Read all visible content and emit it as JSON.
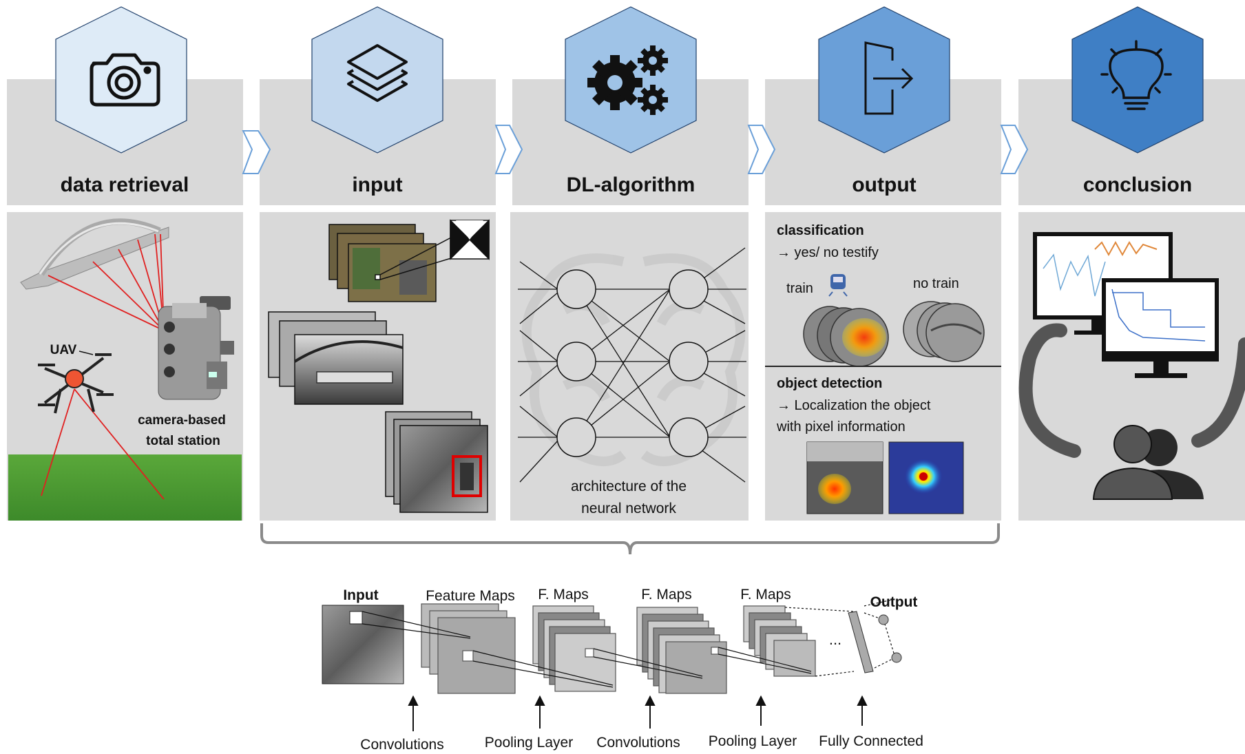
{
  "stages": [
    {
      "title": "data retrieval",
      "icon": "camera-icon",
      "color": "#deebf7"
    },
    {
      "title": "input",
      "icon": "layers-icon",
      "color": "#c3d8ee"
    },
    {
      "title": "DL-algorithm",
      "icon": "gears-icon",
      "color": "#9fc3e7"
    },
    {
      "title": "output",
      "icon": "exit-arrow-icon",
      "color": "#6a9fd8"
    },
    {
      "title": "conclusion",
      "icon": "lightbulb-icon",
      "color": "#3f7fc5"
    }
  ],
  "data_retrieval": {
    "uav_label": "UAV",
    "station_label_1": "camera-based",
    "station_label_2": "total station"
  },
  "dl_algorithm": {
    "caption_1": "architecture of the",
    "caption_2": "neural network"
  },
  "output": {
    "classification_title": "classification",
    "classification_text": "→ yes/ no testify",
    "train_label": "train",
    "no_train_label": "no train",
    "detection_title": "object detection",
    "detection_text_1": "→ Localization the object",
    "detection_text_2": "with pixel information"
  },
  "cnn": {
    "input_title": "Input",
    "output_title": "Output",
    "map_labels": [
      "Feature Maps",
      "F. Maps",
      "F. Maps",
      "F. Maps"
    ],
    "ellipsis": "...",
    "layers": [
      "Convolutions",
      "Pooling Layer",
      "Convolutions",
      "Pooling Layer",
      "Fully Connected"
    ]
  },
  "colors": {
    "panel": "#d9d9d9",
    "laser": "#e02020",
    "detection_box": "#e00000"
  }
}
